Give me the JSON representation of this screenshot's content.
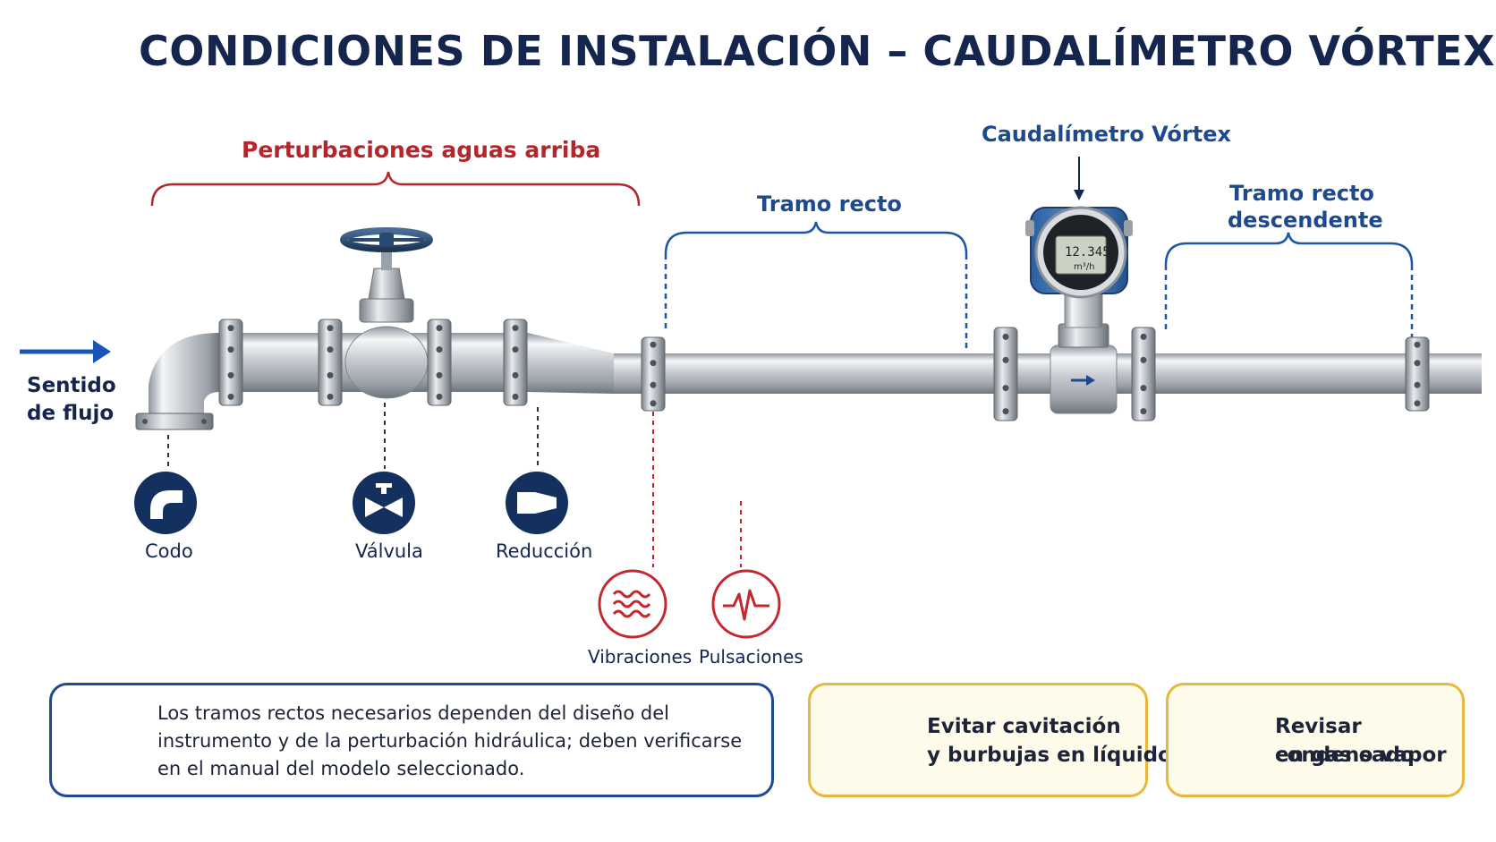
{
  "title": "CONDICIONES DE INSTALACIÓN – CAUDALÍMETRO VÓRTEX",
  "labels": {
    "upstream_disturbances": "Perturbaciones aguas arriba",
    "straight_run": "Tramo recto",
    "flowmeter": "Caudalímetro Vórtex",
    "downstream_run_line1": "Tramo recto",
    "downstream_run_line2": "descendente",
    "flow_direction_line1": "Sentido",
    "flow_direction_line2": "de flujo"
  },
  "display": {
    "value": "12.345",
    "unit": "m³/h"
  },
  "disturbances": [
    {
      "label": "Codo",
      "icon": "elbow-icon"
    },
    {
      "label": "Válvula",
      "icon": "valve-icon"
    },
    {
      "label": "Reducción",
      "icon": "reducer-icon"
    }
  ],
  "hazards": [
    {
      "label": "Vibraciones",
      "icon": "waves-icon"
    },
    {
      "label": "Pulsaciones",
      "icon": "pulse-icon"
    }
  ],
  "note": {
    "icon": "document-icon",
    "text": "Los tramos rectos necesarios dependen del diseño del instrumento y de la perturbación hidráulica; deben verificarse en el manual del modelo seleccionado."
  },
  "warnings": [
    {
      "icon": "warning-icon",
      "line1": "Evitar cavitación",
      "line2": "y burbujas en líquidos"
    },
    {
      "icon": "warning-icon",
      "line1": "Revisar condensado",
      "line2": "en gas o vapor"
    }
  ],
  "colors": {
    "navy": "#14264d",
    "red": "#b5252b",
    "blue": "#1d4a8f",
    "warning_border": "#e7b83a",
    "warning_fill": "#ffd21f"
  }
}
